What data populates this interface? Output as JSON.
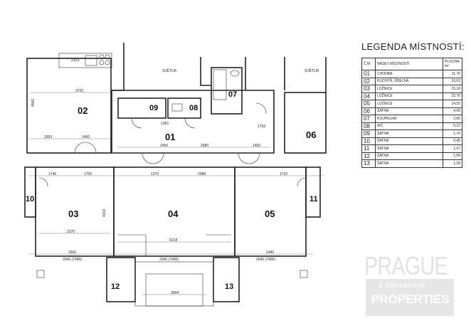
{
  "legend": {
    "title": "LEGENDA MÍSTNOSTÍ:",
    "headers": {
      "no": "Č.M.",
      "name": "NÁZEV MÍSTNOSTI",
      "area": "PLOCHA m²"
    },
    "rows": [
      {
        "no": "01",
        "name": "CHODBA",
        "area": "11,75"
      },
      {
        "no": "02",
        "name": "KUCHYŇ, JÍDELNA",
        "area": "16,61"
      },
      {
        "no": "03",
        "name": "LOŽNICE",
        "area": "15,18"
      },
      {
        "no": "04",
        "name": "LOŽNICE",
        "area": "23,70"
      },
      {
        "no": "05",
        "name": "LOŽNICE",
        "area": "14,55"
      },
      {
        "no": "06",
        "name": "ŠATNA",
        "area": "4,66"
      },
      {
        "no": "07",
        "name": "KOUPELNA",
        "area": "2,80"
      },
      {
        "no": "08",
        "name": "WC",
        "area": "9,22"
      },
      {
        "no": "09",
        "name": "ŠATNA",
        "area": "1,76"
      },
      {
        "no": "10",
        "name": "ŠATNA",
        "area": "0,45"
      },
      {
        "no": "11",
        "name": "ŠATNA",
        "area": "1,07"
      },
      {
        "no": "12",
        "name": "ŠATNA",
        "area": "1,08"
      },
      {
        "no": "13",
        "name": "ŠATNA",
        "area": "1,08"
      }
    ]
  },
  "plan": {
    "lightwell_label": "SVĚTLÍK",
    "rooms": [
      "01",
      "02",
      "03",
      "04",
      "05",
      "06",
      "07",
      "08",
      "09",
      "10",
      "11",
      "12",
      "13"
    ],
    "dimensions": [
      "3725",
      "1400",
      "1953",
      "1740",
      "1700",
      "1370",
      "2588",
      "1710",
      "2370",
      "5218",
      "1500",
      "1440",
      "2040 (7400)",
      "3694",
      "1450",
      "2680",
      "1365",
      "1793",
      "2323",
      "4542",
      "4316"
    ]
  },
  "logo": {
    "line1": "PRAGUE",
    "line2": "& International",
    "line3": "PROPERTIES"
  }
}
